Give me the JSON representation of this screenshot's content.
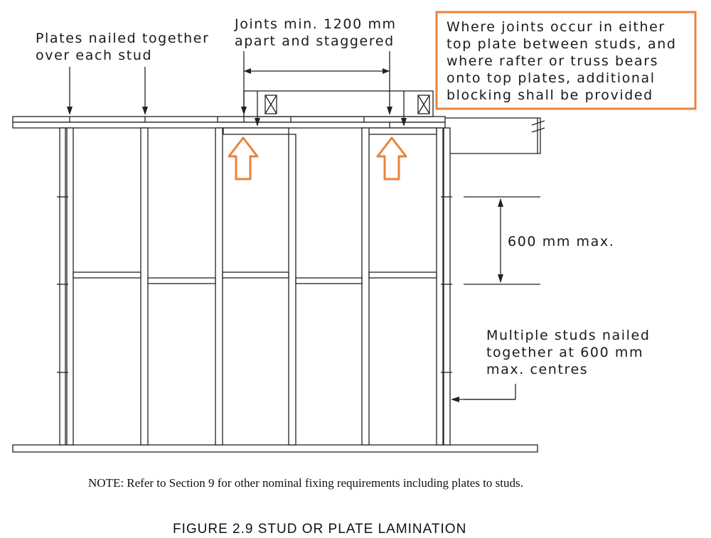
{
  "labels": {
    "plates_line1": "Plates nailed together",
    "plates_line2": "over each stud",
    "joints_line1": "Joints min. 1200 mm",
    "joints_line2": "apart and staggered",
    "callout_line1": "Where joints occur in either",
    "callout_line2": "top plate between studs, and",
    "callout_line3": "where rafter or truss bears",
    "callout_line4": "onto top plates, additional",
    "callout_line5": "blocking shall be provided",
    "spacing": "600 mm max.",
    "multi_line1": "Multiple studs nailed",
    "multi_line2": "together at 600 mm",
    "multi_line3": "max. centres",
    "note": "NOTE:  Refer to Section 9 for other nominal fixing requirements including plates to studs.",
    "caption": "FIGURE  2.9   STUD OR PLATE LAMINATION"
  },
  "colors": {
    "highlight": "#E8833A",
    "line": "#222222"
  }
}
